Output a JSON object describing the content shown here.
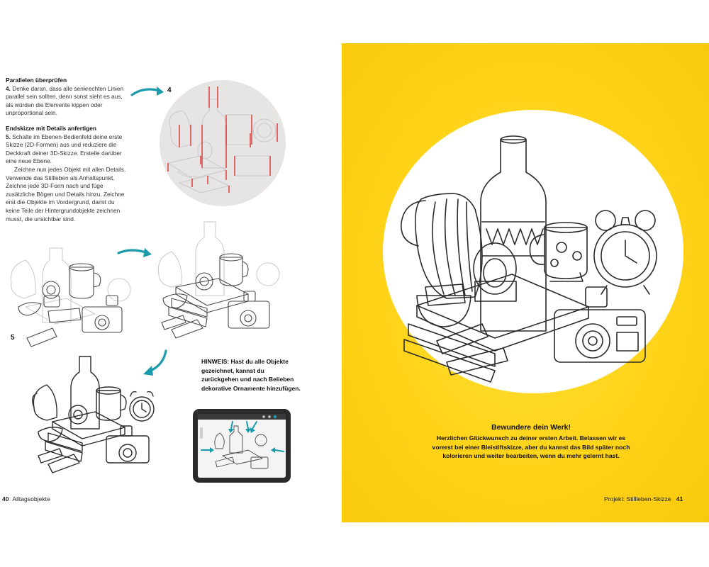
{
  "left": {
    "section1": {
      "heading": "Parallelen überprüfen",
      "number": "4.",
      "text": "Denke daran, dass alle senkrechten Linien parallel sein sollten, denn sonst sieht es aus, als würden die Elemente kippen oder unproportional sein."
    },
    "section2": {
      "heading": "Endskizze mit Details anfertigen",
      "number": "5.",
      "text1": "Schalte im Ebenen-Bedienfeld deine erste Skizze (2D-Formen) aus und reduziere die Deckkraft deiner 3D-Skizze. Erstelle darüber eine neue Ebene.",
      "text2": "Zeichne nun jedes Objekt mit allen Details. Verwende das Stillleben als Anhaltspunkt. Zeichne jede 3D-Form nach und füge zusätzliche Bögen und Details hinzu. Zeichne erst die Objekte im Vordergrund, damit du keine Teile der Hintergrundobjekte zeichnen musst, die unsichtbar sind."
    },
    "step4_label": "4",
    "step5_label": "5",
    "hint": "HINWEIS: Hast du alle Objekte gezeichnet, kannst du zurückgehen und nach Belieben dekorative Ornamente hinzufügen.",
    "footer_page": "40",
    "footer_title": "Alltagsobjekte"
  },
  "right": {
    "caption_title": "Bewundere dein Werk!",
    "caption_body": "Herzlichen Glückwunsch zu deiner ersten Arbeit. Belassen wir es vorerst bei einer Bleistiftskizze, aber du kannst das Bild später noch kolorieren und weiter bearbeiten, wenn du mehr gelernt hast.",
    "footer_title": "Projekt: Stillleben-Skizze",
    "footer_page": "41"
  },
  "colors": {
    "yellow": "#ffd318",
    "teal": "#1a9bab",
    "red_guides": "#d8282a"
  }
}
